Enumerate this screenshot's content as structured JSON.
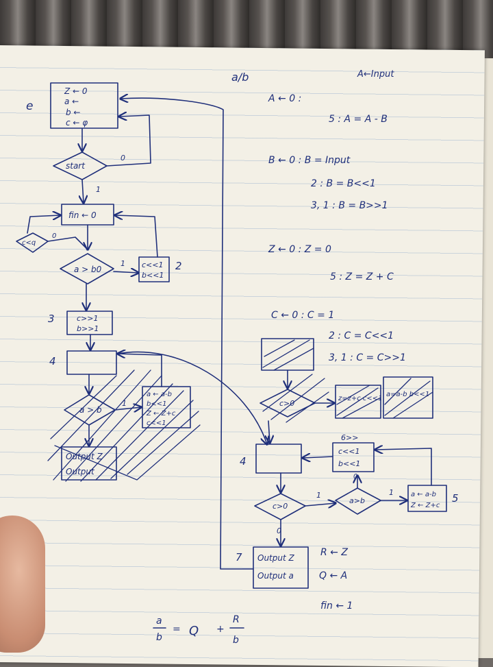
{
  "page_title": "a/b",
  "page_title_right": "A←Input",
  "left_flow": {
    "init_label": "e",
    "init_lines": [
      "Z ← 0",
      "a ←",
      "b ←",
      "c ← φ"
    ],
    "start_label": "start",
    "start_yes": "1",
    "start_no": "0",
    "fin_box": "fin ← 0",
    "c_check": "c<q",
    "c_check_out": "0",
    "cmp1": "a > b0",
    "cmp1_yes": "1",
    "shift_left_lines": [
      "c<<1",
      "b<<1"
    ],
    "shift_left_num": "2",
    "shift_right_num": "3",
    "shift_right_lines": [
      "c>>1",
      "b>>1"
    ],
    "box4_num": "4",
    "cmp2": "a > b",
    "cmp2_yes": "1",
    "sub_lines": [
      "a ← a-b",
      "b<<1",
      "Z ← Z+c",
      "c<<1"
    ],
    "out_lines": [
      "Output Z",
      "Output"
    ]
  },
  "register_defs": [
    "A ← 0 :",
    "5 : A = A - B",
    "B ← 0 : B = Input",
    "2 : B = B<<1",
    "3, 1 : B = B>>1",
    "Z ← 0 : Z = 0",
    "5 : Z = Z + C",
    "C ← 0 : C = 1",
    "2 : C = C<<1",
    "3, 1 : C = C>>1"
  ],
  "right_flow": {
    "box4_num": "4",
    "c_check": "c>0",
    "c_yes": "1",
    "c_no": "0",
    "cmp": "a>b",
    "cmp_yes": "1",
    "cmp_no": "0",
    "shift_label": "6>>",
    "shift_lines": [
      "c<<1",
      "b<<1"
    ],
    "sub_lines": [
      "a ← a-b",
      "Z ← Z+c"
    ],
    "sub_num": "5",
    "out_num": "7",
    "out_lines": [
      "Output Z",
      "Output a"
    ],
    "assign_lines": [
      "R ← Z",
      "Q ← A",
      "fin ← 1"
    ],
    "crossed_cmp": "c>0",
    "crossed_box_1": "z=z+c c<<1",
    "crossed_box_2": "a=a-b b<<1"
  },
  "formula": {
    "lhs_num": "a",
    "lhs_den": "b",
    "eq": "=",
    "quotient": "Q",
    "plus": "+",
    "rhs_num": "R",
    "rhs_den": "b"
  }
}
